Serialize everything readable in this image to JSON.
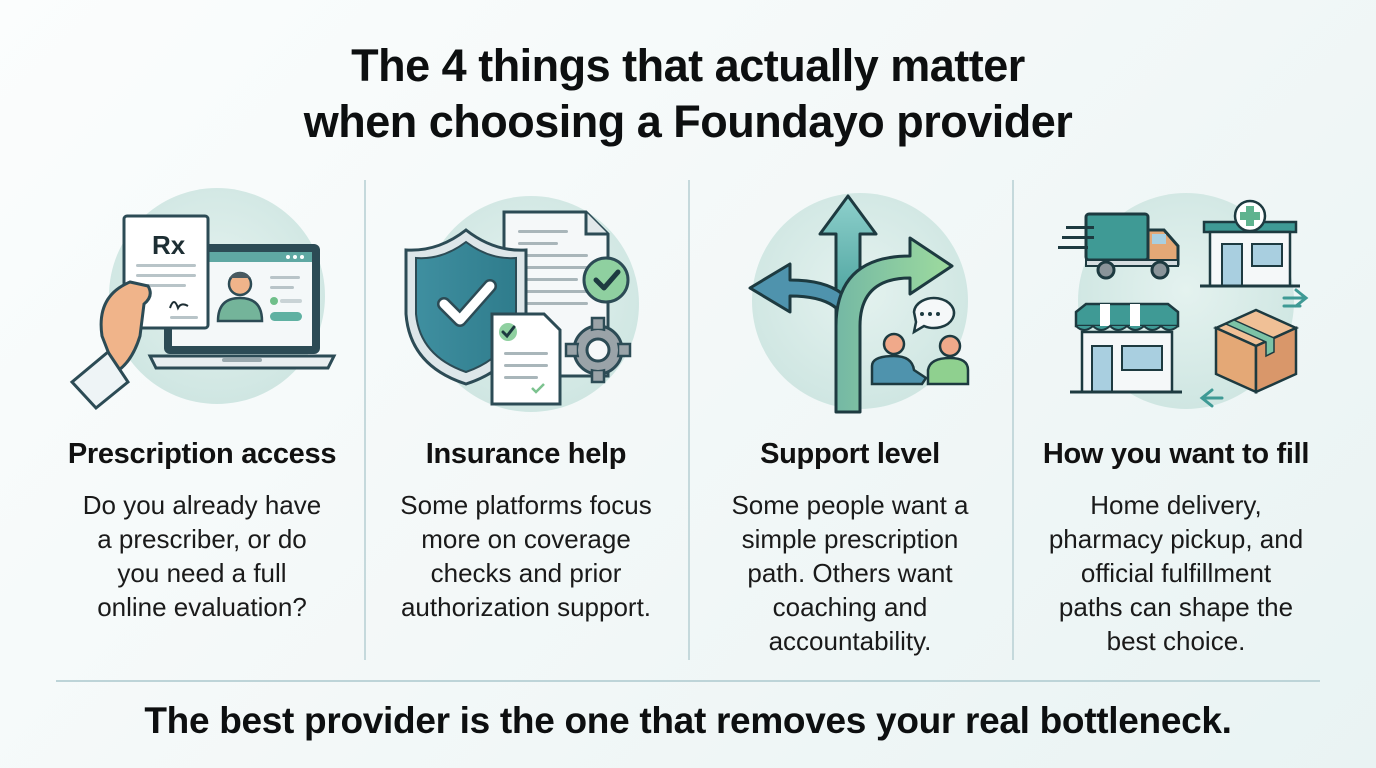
{
  "title": {
    "line1": "The 4 things that actually matter",
    "line2": "when choosing a Foundayo provider"
  },
  "columns": [
    {
      "icon": "prescription-telehealth-icon",
      "title": "Prescription access",
      "body": [
        "Do you already have",
        "a prescriber, or do",
        "you need a full",
        "online evaluation?"
      ],
      "icon_text": "Rx"
    },
    {
      "icon": "insurance-shield-icon",
      "title": "Insurance help",
      "body": [
        "Some platforms focus",
        "more on coverage",
        "checks and prior",
        "authorization support."
      ]
    },
    {
      "icon": "support-path-arrows-icon",
      "title": "Support level",
      "body": [
        "Some people want a",
        "simple prescription",
        "path. Others want",
        "coaching and",
        "accountability."
      ]
    },
    {
      "icon": "fulfillment-delivery-pharmacy-icon",
      "title": "How you want to fill",
      "body": [
        "Home delivery,",
        "pharmacy pickup, and",
        "official fulfillment",
        "paths can shape the",
        "best choice."
      ]
    }
  ],
  "footer": "The best provider is the one that removes your real bottleneck.",
  "colors": {
    "teal": "#3f9a95",
    "teal_dark": "#1d4e57",
    "green": "#7cc38f",
    "circle_bg": "#d6ebe7",
    "skin": "#f0b48a",
    "box": "#e4a876",
    "divider": "#c5d9dc"
  }
}
